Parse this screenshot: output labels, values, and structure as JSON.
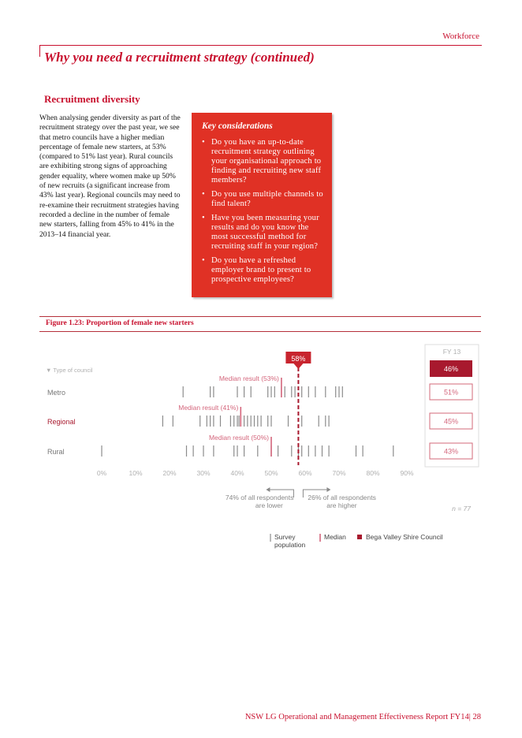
{
  "header": {
    "section": "Workforce",
    "title": "Why you need a recruitment strategy (continued)"
  },
  "section": {
    "heading": "Recruitment diversity",
    "body": "When analysing gender diversity as part of the recruitment strategy over the past year, we see that metro councils have a higher median percentage of female new starters, at 53% (compared to 51% last year). Rural councils are exhibiting strong signs of approaching gender equality, where women make up 50% of new recruits (a significant increase from 43% last year). Regional councils may need to re-examine their recruitment strategies having recorded a decline in the number of female new starters, falling from 45% to 41% in the 2013–14 financial year."
  },
  "key_considerations": {
    "title": "Key considerations",
    "items": [
      "Do you have an up-to-date recruitment strategy outlining your organisational approach to finding and recruiting new staff members?",
      "Do you use multiple channels to find talent?",
      "Have you been measuring your results and do you know the most successful method for recruiting staff in your region?",
      "Do you have a refreshed employer brand to present to prospective employees?"
    ]
  },
  "figure": {
    "title": "Figure 1.23: Proportion of female new starters"
  },
  "footer": {
    "text": "NSW LG Operational and Management Effectiveness Report FY14| 28"
  },
  "colors": {
    "accent": "#c8102e",
    "box": "#e03125",
    "median": "#d4667c",
    "tick": "#8c8c8c",
    "council": "#a8192e",
    "axis_text": "#b0b0b0"
  },
  "chart_data": {
    "type": "scatter",
    "title": "Figure 1.23: Proportion of female new starters",
    "x_ticks": [
      "0%",
      "10%",
      "20%",
      "30%",
      "40%",
      "50%",
      "60%",
      "70%",
      "80%",
      "90%"
    ],
    "xlim": [
      0,
      90
    ],
    "filter_label": "▼ Type of council",
    "categories": [
      "Metro",
      "Regional",
      "Rural"
    ],
    "series": [
      {
        "name": "Metro",
        "values": [
          24,
          32,
          33,
          40,
          42,
          44,
          49,
          50,
          51,
          53,
          54,
          56,
          57,
          59,
          61,
          63,
          66,
          69,
          70,
          71
        ],
        "median": 53,
        "median_label": "Median result (53%)",
        "council_label": "51%"
      },
      {
        "name": "Regional",
        "values": [
          18,
          21,
          29,
          31,
          32,
          33,
          35,
          38,
          39,
          40,
          40.5,
          41,
          42,
          43,
          44,
          45,
          46,
          47,
          49,
          50,
          55,
          59,
          64,
          66,
          67
        ],
        "median": 41,
        "median_label": "Median result (41%)",
        "council_label": "45%"
      },
      {
        "name": "Rural",
        "values": [
          0,
          25,
          27,
          30,
          33,
          39,
          40,
          42,
          46,
          50,
          52,
          56,
          58,
          59,
          61,
          63,
          65,
          67,
          75,
          77,
          86
        ],
        "median": 50,
        "median_label": "Median result (50%)",
        "council_label": "43%"
      }
    ],
    "overall": {
      "value": 58,
      "label": "58%"
    },
    "summary_panel": {
      "title": "FY 13",
      "current": "46%",
      "rows": [
        "51%",
        "45%",
        "43%"
      ]
    },
    "arrows": {
      "lower": [
        "74% of all respondents",
        "are lower"
      ],
      "higher": [
        "26% of all respondents",
        "are higher"
      ]
    },
    "n_label": "n = 77",
    "legend": [
      {
        "symbol": "tick",
        "label": [
          "Survey",
          "population"
        ]
      },
      {
        "symbol": "median",
        "label": [
          "Median"
        ]
      },
      {
        "symbol": "square",
        "label": [
          "Bega Valley Shire Council"
        ]
      }
    ]
  }
}
